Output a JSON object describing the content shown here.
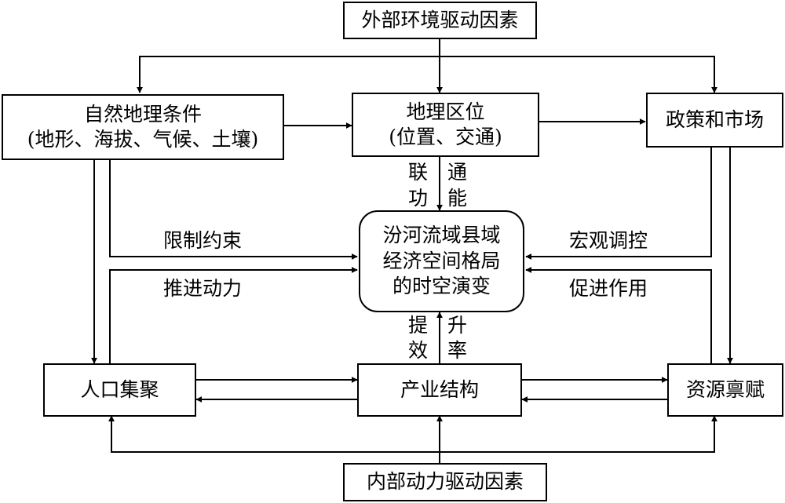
{
  "boxes": {
    "external": "外部环境驱动因素",
    "natural_line1": "自然地理条件",
    "natural_line2": "(地形、海拔、气候、土壤)",
    "location_line1": "地理区位",
    "location_line2": "(位置、交通)",
    "policy": "政策和市场",
    "center_line1": "汾河流域县域",
    "center_line2": "经济空间格局",
    "center_line3": "的时空演变",
    "population": "人口集聚",
    "industry": "产业结构",
    "resources": "资源禀赋",
    "internal": "内部动力驱动因素"
  },
  "edge_labels": {
    "connect": "联",
    "work": "功",
    "through": "通",
    "ability": "能",
    "constraint": "限制约束",
    "drive": "推进动力",
    "macro": "宏观调控",
    "promote": "促进作用",
    "raise": "提",
    "efficiency": "效",
    "rise": "升",
    "rate": "率"
  }
}
